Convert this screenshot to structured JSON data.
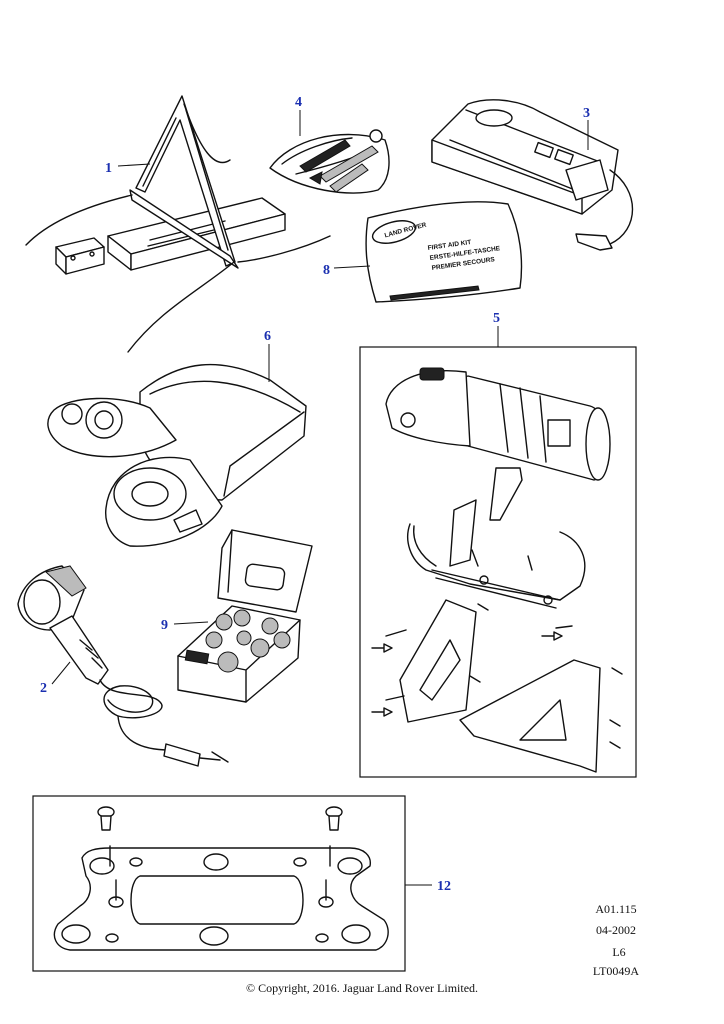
{
  "callouts": {
    "c1": "1",
    "c2": "2",
    "c3": "3",
    "c4": "4",
    "c5": "5",
    "c6": "6",
    "c8": "8",
    "c9": "9",
    "c12": "12"
  },
  "first_aid_label": {
    "line1": "FIRST AID KIT",
    "line2": "ERSTE-HILFE-TASCHE",
    "line3": "PREMIER SECOURS"
  },
  "meta": {
    "ref": "A01.115",
    "date": "04-2002",
    "model": "L6",
    "code": "LT0049A"
  },
  "copyright": "© Copyright, 2016. Jaguar Land Rover Limited.",
  "colors": {
    "callout": "#1a2fb0",
    "ink": "#111111",
    "background": "#ffffff"
  }
}
